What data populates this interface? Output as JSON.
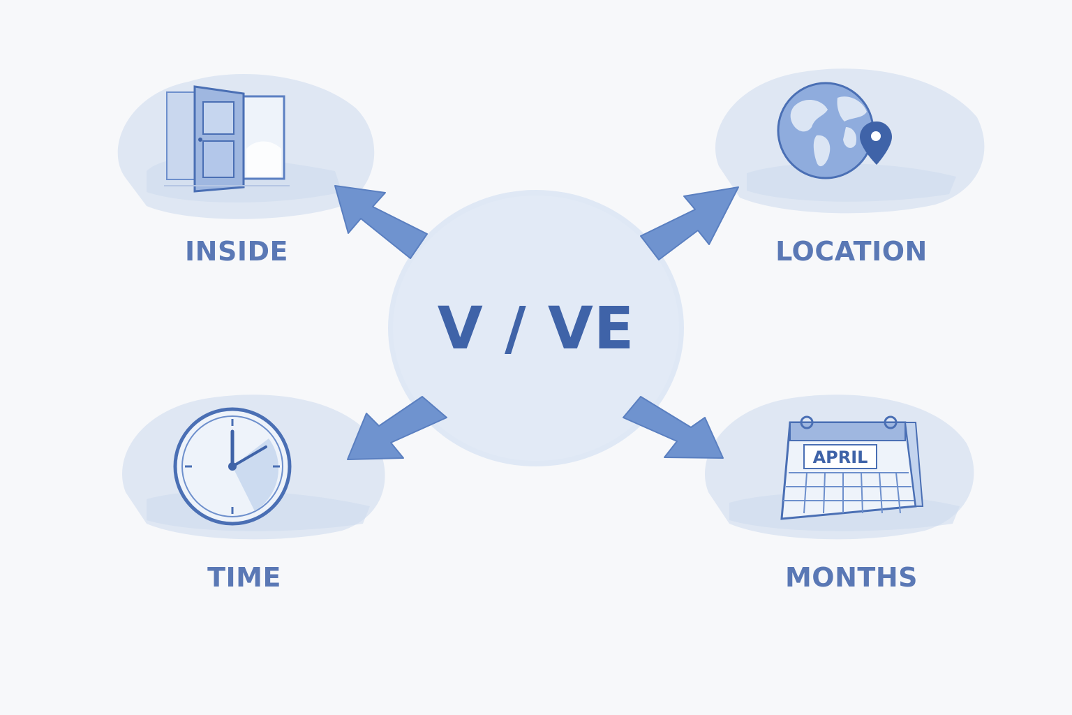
{
  "center": {
    "title": "V / VE"
  },
  "nodes": [
    {
      "id": "inside",
      "label": "INSIDE",
      "icon": "open-door-icon"
    },
    {
      "id": "location",
      "label": "LOCATION",
      "icon": "globe-with-pin-icon"
    },
    {
      "id": "time",
      "label": "TIME",
      "icon": "clock-icon"
    },
    {
      "id": "months",
      "label": "MONTHS",
      "icon": "calendar-icon"
    }
  ],
  "calendar": {
    "month": "APRIL"
  },
  "colors": {
    "primary": "#3f63a8",
    "label": "#5a78b5",
    "arrow": "#6f93cf",
    "cloud": "#dde6f3",
    "circle": "#dfe8f5",
    "background": "#f7f8fa"
  }
}
